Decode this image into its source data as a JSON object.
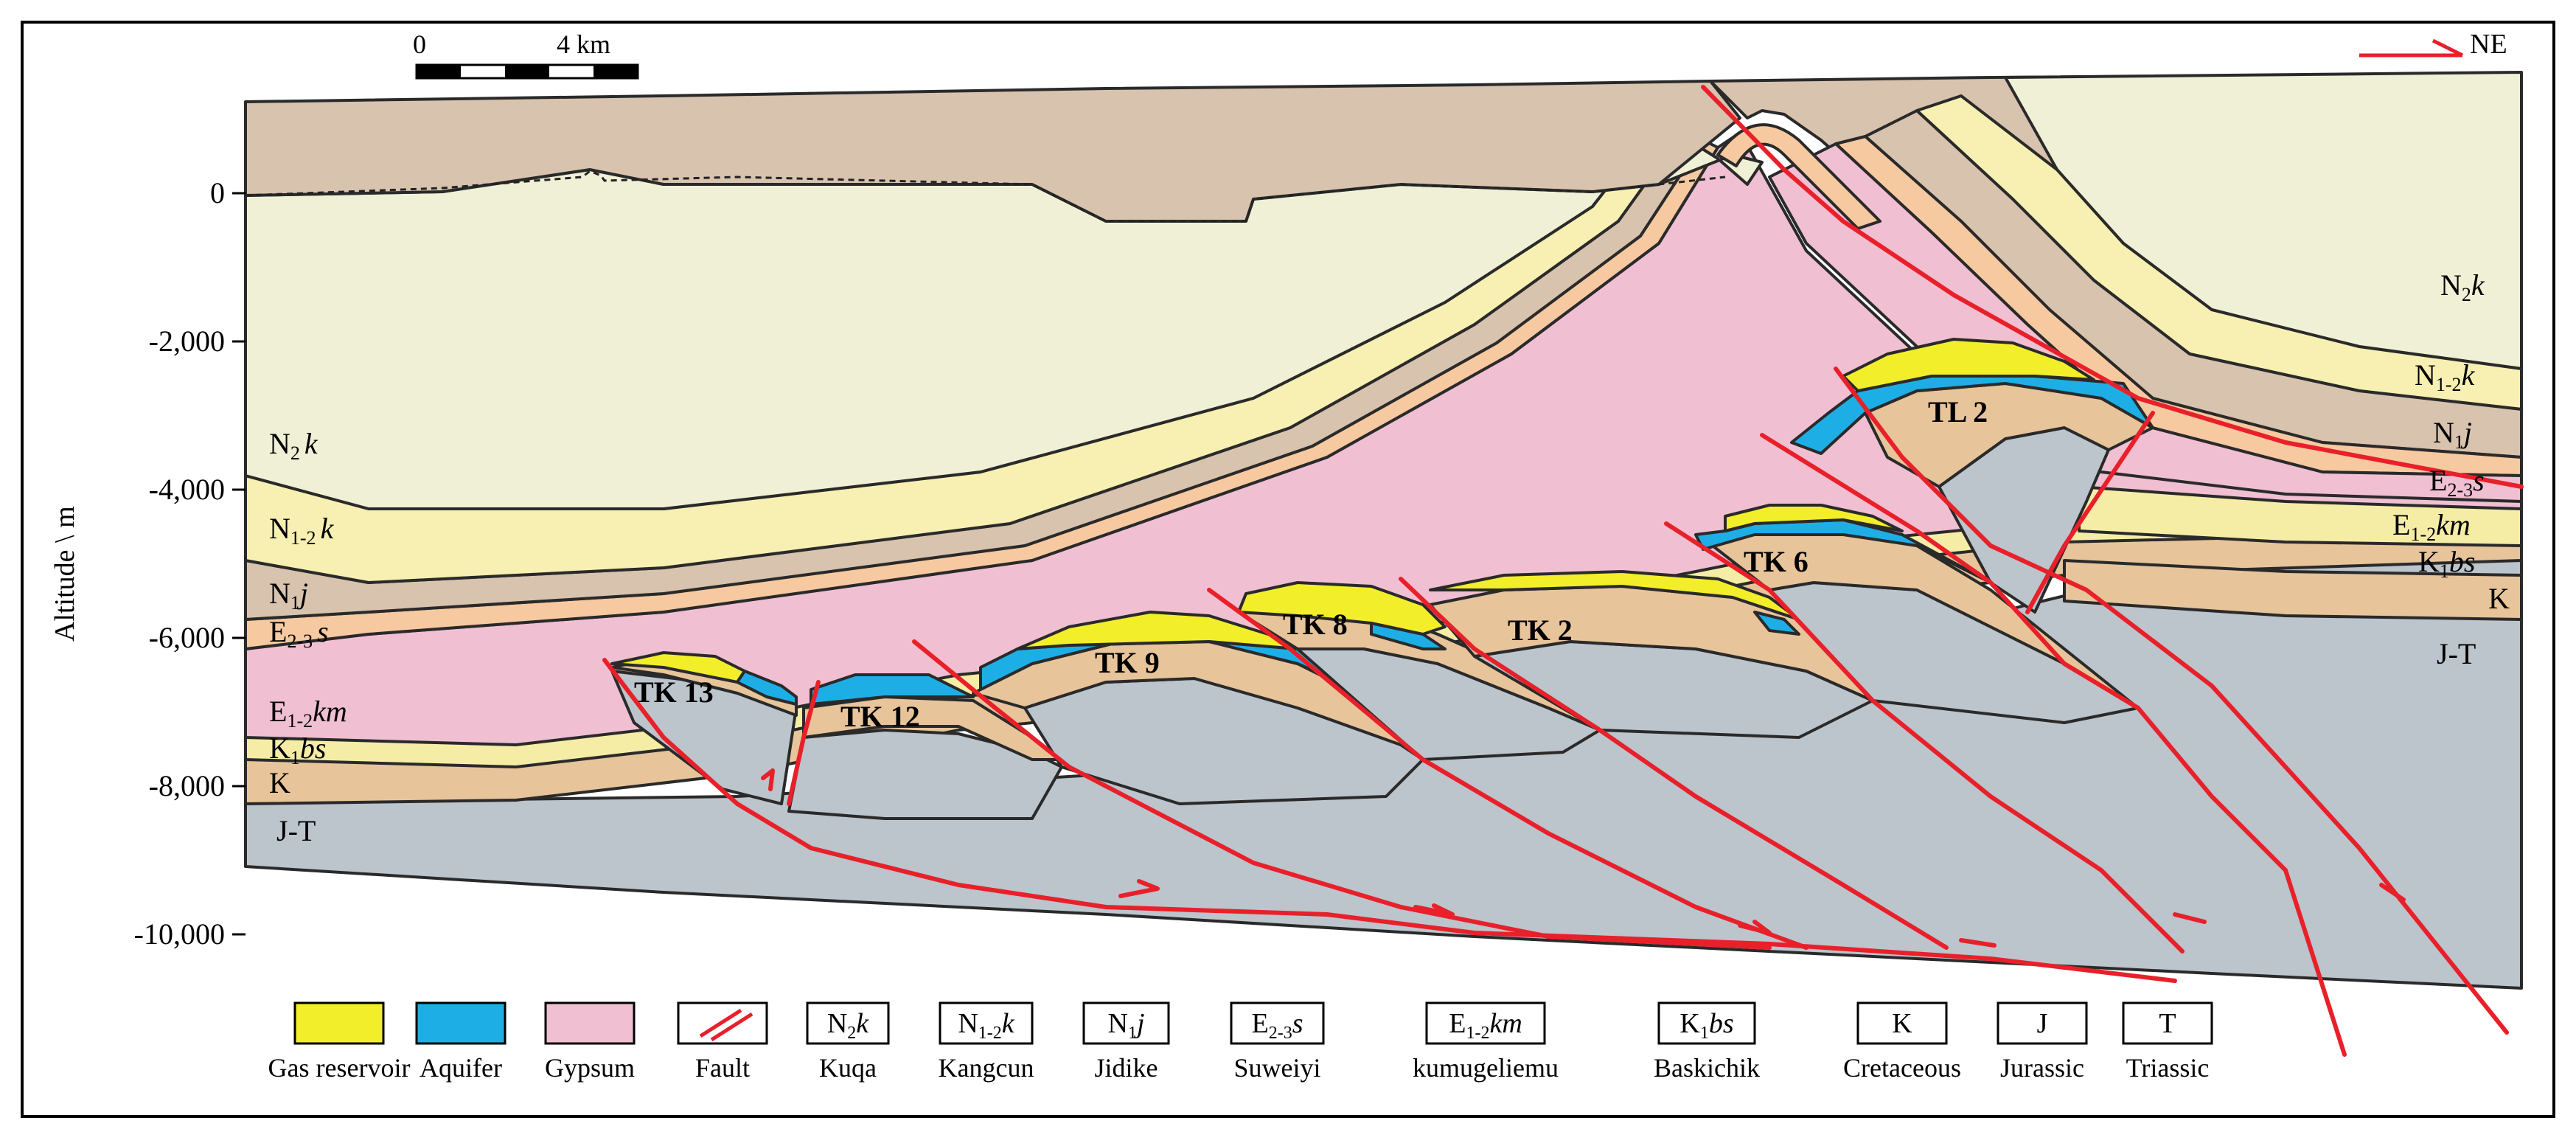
{
  "scale_bar": {
    "start_label": "0",
    "end_label": "4 km"
  },
  "direction": {
    "label": "NE"
  },
  "y_axis": {
    "title": "Altitude \\ m",
    "ticks": [
      "0",
      "-2,000",
      "-4,000",
      "-6,000",
      "-8,000",
      "-10,000"
    ]
  },
  "left_labels": {
    "n2k": {
      "base": "N",
      "sub": "2",
      "tail": "k"
    },
    "n12k": {
      "base": "N",
      "sub": "1-2",
      "tail": "k"
    },
    "n1j": {
      "base": "N",
      "sub": "1",
      "tail": "j"
    },
    "e23s": {
      "base": "E",
      "sub": "2-3",
      "tail": "s"
    },
    "e12km": {
      "base": "E",
      "sub": "1-2",
      "tail": "km"
    },
    "k1bs": {
      "base": "K",
      "sub": "1",
      "tail": "bs"
    },
    "k": {
      "text": "K"
    },
    "jt": {
      "text": "J-T"
    }
  },
  "right_labels": {
    "n2k": {
      "base": "N",
      "sub": "2",
      "tail": "k"
    },
    "n12k": {
      "base": "N",
      "sub": "1-2",
      "tail": "k"
    },
    "n1j": {
      "base": "N",
      "sub": "1",
      "tail": "j"
    },
    "e23s": {
      "base": "E",
      "sub": "2-3",
      "tail": "s"
    },
    "e12km": {
      "base": "E",
      "sub": "1-2",
      "tail": "km"
    },
    "k1bs": {
      "base": "K",
      "sub": "1",
      "tail": "bs"
    },
    "k": {
      "text": "K"
    },
    "jt": {
      "text": "J-T"
    }
  },
  "structures": [
    "TK 13",
    "TK 12",
    "TK 9",
    "TK 8",
    "TK 2",
    "TK 6",
    "TL 2"
  ],
  "legend": [
    {
      "symbol": "",
      "label": "Gas reservoir",
      "color": "#f2ee2a"
    },
    {
      "symbol": "",
      "label": "Aquifer",
      "color": "#1eaee6"
    },
    {
      "symbol": "",
      "label": "Gypsum",
      "color": "#f0bfd2"
    },
    {
      "symbol": "",
      "label": "Fault",
      "color": "#e8202a"
    },
    {
      "symbol_base": "N",
      "symbol_sub": "2",
      "symbol_tail": "k",
      "label": "Kuqa"
    },
    {
      "symbol_base": "N",
      "symbol_sub": "1-2",
      "symbol_tail": "k",
      "label": "Kangcun"
    },
    {
      "symbol_base": "N",
      "symbol_sub": "1",
      "symbol_tail": "j",
      "label": "Jidike"
    },
    {
      "symbol_base": "E",
      "symbol_sub": "2-3",
      "symbol_tail": "s",
      "label": "Suweiyi"
    },
    {
      "symbol_base": "E",
      "symbol_sub": "1-2",
      "symbol_tail": "km",
      "label": "kumugeliemu"
    },
    {
      "symbol_base": "K",
      "symbol_sub": "1",
      "symbol_tail": "bs",
      "label": "Baskichik"
    },
    {
      "symbol_text": "K",
      "label": "Cretaceous"
    },
    {
      "symbol_text": "J",
      "label": "Jurassic"
    },
    {
      "symbol_text": "T",
      "label": "Triassic"
    }
  ],
  "colors": {
    "tan_top": "#d8c3ae",
    "n2k": "#f0f0d6",
    "n12k": "#f7f0b2",
    "n1j": "#d8c3ae",
    "e23s": "#f7c9a0",
    "gypsum": "#f0bfd2",
    "k1bs": "#f5eda6",
    "k": "#e8c49a",
    "jt": "#bcc4cc",
    "gas": "#f2ee2a",
    "aquifer": "#1eaee6",
    "fault": "#e8202a"
  }
}
